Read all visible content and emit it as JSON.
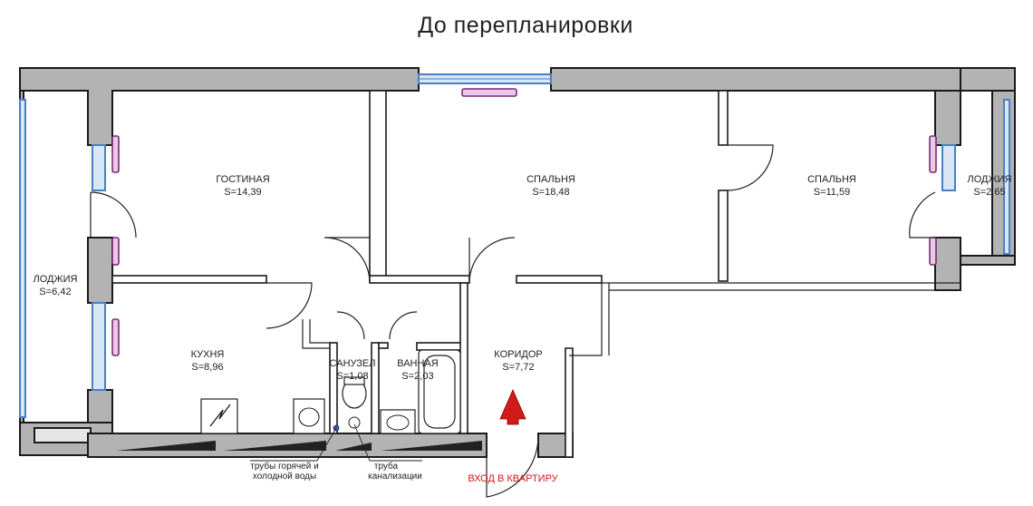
{
  "title": "До перепланировки",
  "rooms": {
    "living": {
      "name": "ГОСТИНАЯ",
      "area": "S=14,39"
    },
    "bedroom1": {
      "name": "СПАЛЬНЯ",
      "area": "S=18,48"
    },
    "bedroom2": {
      "name": "СПАЛЬНЯ",
      "area": "S=11,59"
    },
    "loggia_left": {
      "name": "ЛОДЖИЯ",
      "area": "S=6,42"
    },
    "loggia_right": {
      "name": "ЛОДЖИЯ",
      "area": "S=2,65"
    },
    "kitchen": {
      "name": "КУХНЯ",
      "area": "S=8,96"
    },
    "wc": {
      "name": "САНУЗЕЛ",
      "area": "S=1,08"
    },
    "bath": {
      "name": "ВАННАЯ",
      "area": "S=2,03"
    },
    "corridor": {
      "name": "КОРИДОР",
      "area": "S=7,72"
    }
  },
  "notes": {
    "pipes_line1": "трубы горячей и",
    "pipes_line2": "холодной воды",
    "sewer_line1": "труба",
    "sewer_line2": "канализации",
    "entrance": "ВХОД В КВАРТИРУ"
  },
  "colors": {
    "wall": "#b3b3b3",
    "window": "#4a7fc6",
    "radiator": "#7a2b7a",
    "entrance_arrow": "#d11a1a"
  }
}
